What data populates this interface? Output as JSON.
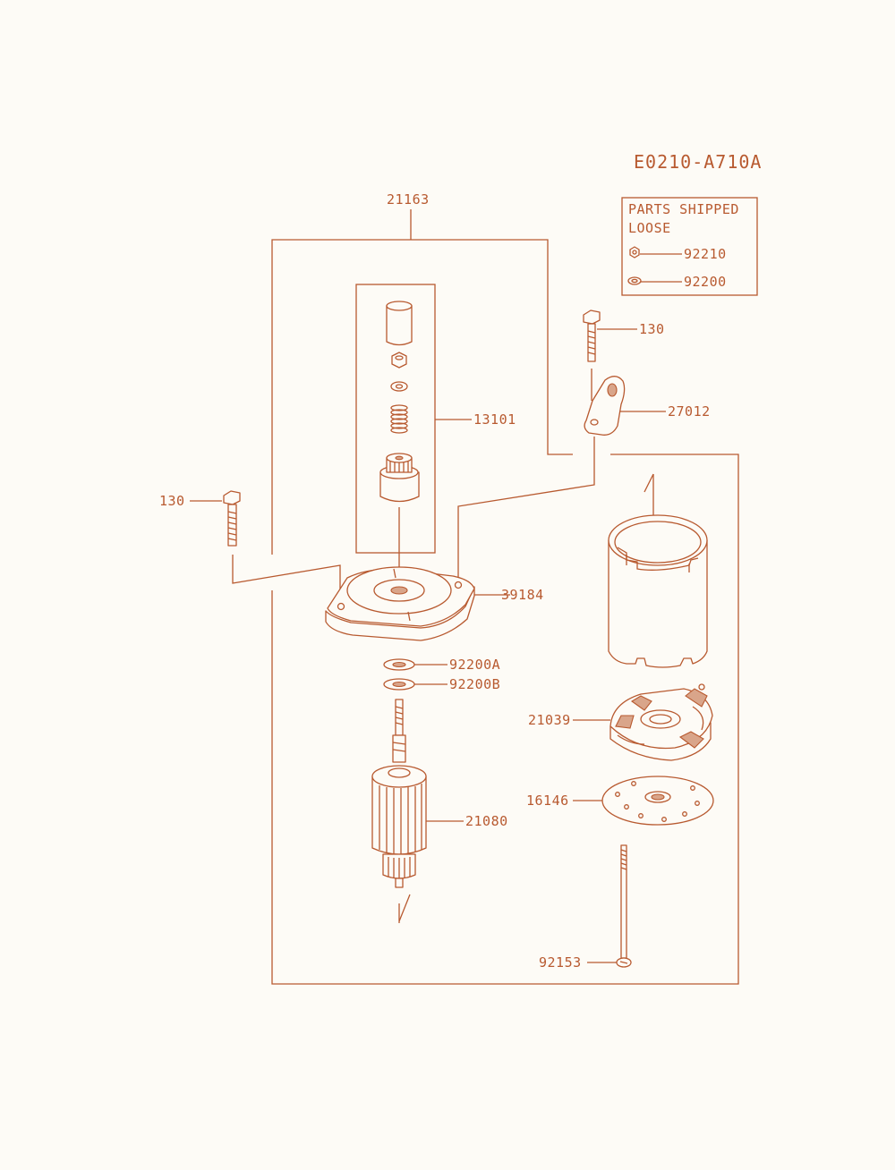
{
  "diagram": {
    "code": "E0210-A710A",
    "loose_box": {
      "title_line1": "PARTS SHIPPED",
      "title_line2": "LOOSE",
      "items": [
        "92210",
        "92200"
      ]
    },
    "callouts": {
      "assembly": "21163",
      "drive_kit": "13101",
      "bolt_right": "130",
      "bracket": "27012",
      "bolt_left": "130",
      "end_cover": "39184",
      "washer_a": "92200A",
      "washer_b": "92200B",
      "brush_holder": "21039",
      "armature": "21080",
      "plate": "16146",
      "through_bolt": "92153"
    }
  },
  "colors": {
    "ink": "#b85a30",
    "paper": "#fdfbf6"
  }
}
